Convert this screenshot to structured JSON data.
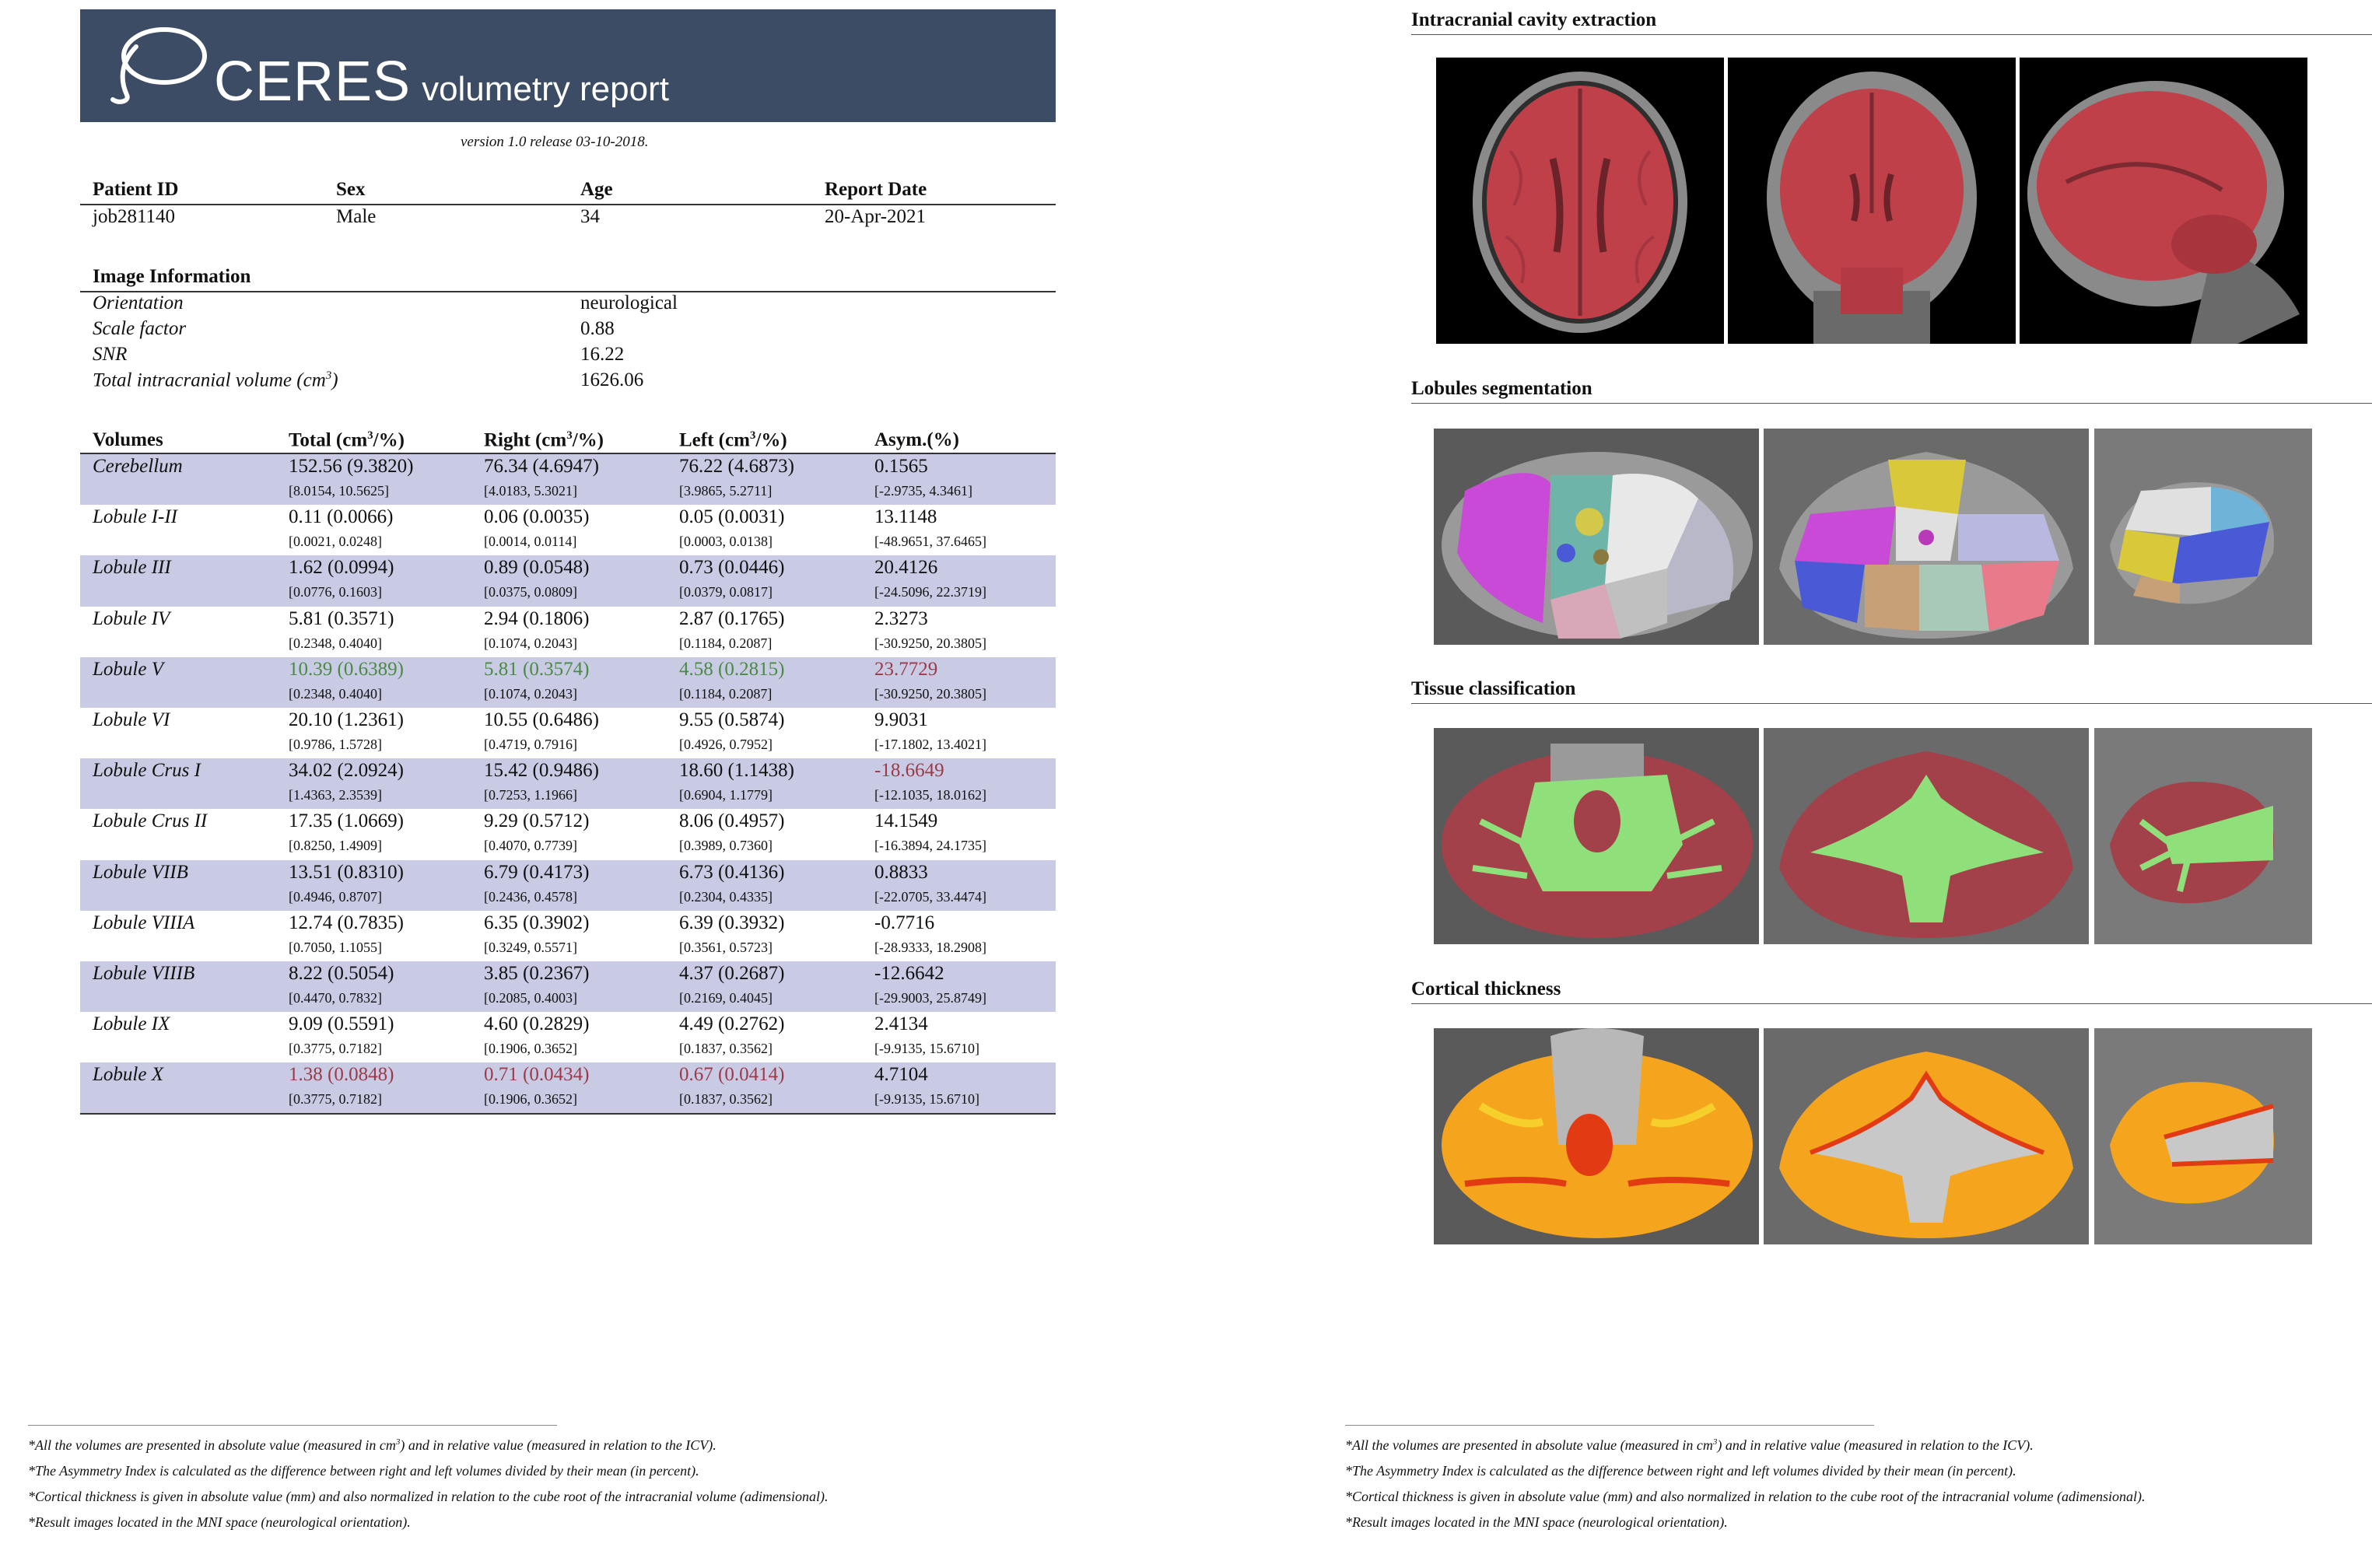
{
  "brand": {
    "name": "CERES",
    "subtitle": "volumetry report",
    "version": "version 1.0 release 03-10-2018."
  },
  "patient": {
    "headers": [
      "Patient ID",
      "Sex",
      "Age",
      "Report Date"
    ],
    "values": [
      "job281140",
      "Male",
      "34",
      "20-Apr-2021"
    ]
  },
  "image_info": {
    "title": "Image Information",
    "rows": [
      {
        "label": "Orientation",
        "value": "neurological"
      },
      {
        "label": "Scale factor",
        "value": "0.88"
      },
      {
        "label": "SNR",
        "value": "16.22"
      },
      {
        "label": "Total intracranial volume (cm",
        "label_sup": "3",
        "label_end": ")",
        "value": "1626.06"
      }
    ]
  },
  "volumes": {
    "header": {
      "name": "Volumes",
      "total": "Total (cm",
      "right": "Right (cm",
      "left": "Left (cm",
      "unit_sup": "3",
      "unit_end": "/%)",
      "asym": "Asym.(%)"
    },
    "rows": [
      {
        "name": "Cerebellum",
        "total": "152.56 (9.3820)",
        "total_rng": "[8.0154, 10.5625]",
        "right": "76.34 (4.6947)",
        "right_rng": "[4.0183, 5.3021]",
        "left": "76.22 (4.6873)",
        "left_rng": "[3.9865, 5.2711]",
        "asym": "0.1565",
        "asym_rng": "[-2.9735, 4.3461]",
        "shade": true
      },
      {
        "name": "Lobule I-II",
        "total": "0.11 (0.0066)",
        "total_rng": "[0.0021, 0.0248]",
        "right": "0.06 (0.0035)",
        "right_rng": "[0.0014, 0.0114]",
        "left": "0.05 (0.0031)",
        "left_rng": "[0.0003, 0.0138]",
        "asym": "13.1148",
        "asym_rng": "[-48.9651, 37.6465]",
        "shade": false
      },
      {
        "name": "Lobule III",
        "total": "1.62 (0.0994)",
        "total_rng": "[0.0776, 0.1603]",
        "right": "0.89 (0.0548)",
        "right_rng": "[0.0375, 0.0809]",
        "left": "0.73 (0.0446)",
        "left_rng": "[0.0379, 0.0817]",
        "asym": "20.4126",
        "asym_rng": "[-24.5096, 22.3719]",
        "shade": true
      },
      {
        "name": "Lobule IV",
        "total": "5.81 (0.3571)",
        "total_rng": "[0.2348, 0.4040]",
        "right": "2.94 (0.1806)",
        "right_rng": "[0.1074, 0.2043]",
        "left": "2.87 (0.1765)",
        "left_rng": "[0.1184, 0.2087]",
        "asym": "2.3273",
        "asym_rng": "[-30.9250, 20.3805]",
        "shade": false
      },
      {
        "name": "Lobule V",
        "total": "10.39 (0.6389)",
        "total_rng": "[0.2348, 0.4040]",
        "right": "5.81 (0.3574)",
        "right_rng": "[0.1074, 0.2043]",
        "left": "4.58 (0.2815)",
        "left_rng": "[0.1184, 0.2087]",
        "asym": "23.7729",
        "asym_rng": "[-30.9250, 20.3805]",
        "shade": true,
        "c_total": "#4a8a44",
        "c_right": "#4a8a44",
        "c_left": "#4a8a44",
        "c_asym": "#9c3a4a"
      },
      {
        "name": "Lobule VI",
        "total": "20.10 (1.2361)",
        "total_rng": "[0.9786, 1.5728]",
        "right": "10.55 (0.6486)",
        "right_rng": "[0.4719, 0.7916]",
        "left": "9.55 (0.5874)",
        "left_rng": "[0.4926, 0.7952]",
        "asym": "9.9031",
        "asym_rng": "[-17.1802, 13.4021]",
        "shade": false
      },
      {
        "name": "Lobule Crus I",
        "total": "34.02 (2.0924)",
        "total_rng": "[1.4363, 2.3539]",
        "right": "15.42 (0.9486)",
        "right_rng": "[0.7253, 1.1966]",
        "left": "18.60 (1.1438)",
        "left_rng": "[0.6904, 1.1779]",
        "asym": "-18.6649",
        "asym_rng": "[-12.1035, 18.0162]",
        "shade": true,
        "c_asym": "#9c3a4a"
      },
      {
        "name": "Lobule Crus II",
        "total": "17.35 (1.0669)",
        "total_rng": "[0.8250, 1.4909]",
        "right": "9.29 (0.5712)",
        "right_rng": "[0.4070, 0.7739]",
        "left": "8.06 (0.4957)",
        "left_rng": "[0.3989, 0.7360]",
        "asym": "14.1549",
        "asym_rng": "[-16.3894, 24.1735]",
        "shade": false
      },
      {
        "name": "Lobule VIIB",
        "total": "13.51 (0.8310)",
        "total_rng": "[0.4946, 0.8707]",
        "right": "6.79 (0.4173)",
        "right_rng": "[0.2436, 0.4578]",
        "left": "6.73 (0.4136)",
        "left_rng": "[0.2304, 0.4335]",
        "asym": "0.8833",
        "asym_rng": "[-22.0705, 33.4474]",
        "shade": true
      },
      {
        "name": "Lobule VIIIA",
        "total": "12.74 (0.7835)",
        "total_rng": "[0.7050, 1.1055]",
        "right": "6.35 (0.3902)",
        "right_rng": "[0.3249, 0.5571]",
        "left": "6.39 (0.3932)",
        "left_rng": "[0.3561, 0.5723]",
        "asym": "-0.7716",
        "asym_rng": "[-28.9333, 18.2908]",
        "shade": false
      },
      {
        "name": "Lobule VIIIB",
        "total": "8.22 (0.5054)",
        "total_rng": "[0.4470, 0.7832]",
        "right": "3.85 (0.2367)",
        "right_rng": "[0.2085, 0.4003]",
        "left": "4.37 (0.2687)",
        "left_rng": "[0.2169, 0.4045]",
        "asym": "-12.6642",
        "asym_rng": "[-29.9003, 25.8749]",
        "shade": true
      },
      {
        "name": "Lobule IX",
        "total": "9.09 (0.5591)",
        "total_rng": "[0.3775, 0.7182]",
        "right": "4.60 (0.2829)",
        "right_rng": "[0.1906, 0.3652]",
        "left": "4.49 (0.2762)",
        "left_rng": "[0.1837, 0.3562]",
        "asym": "2.4134",
        "asym_rng": "[-9.9135, 15.6710]",
        "shade": false
      },
      {
        "name": "Lobule X",
        "total": "1.38 (0.0848)",
        "total_rng": "[0.3775, 0.7182]",
        "right": "0.71 (0.0434)",
        "right_rng": "[0.1906, 0.3652]",
        "left": "0.67 (0.0414)",
        "left_rng": "[0.1837, 0.3562]",
        "asym": "4.7104",
        "asym_rng": "[-9.9135, 15.6710]",
        "shade": true,
        "c_total": "#9c3a4a",
        "c_right": "#9c3a4a",
        "c_left": "#9c3a4a"
      }
    ]
  },
  "sections": {
    "icv": "Intracranial cavity extraction",
    "lobules": "Lobules segmentation",
    "tissue": "Tissue classification",
    "thickness": "Cortical thickness"
  },
  "footnotes": [
    {
      "before": "*All the volumes are presented in absolute value (measured in cm",
      "sup": "3",
      "after": ") and in relative value (measured in relation to the ICV)."
    },
    {
      "before": "*The Asymmetry Index is calculated as the difference between right and left volumes divided by their mean (in percent).",
      "sup": "",
      "after": ""
    },
    {
      "before": "*Cortical thickness is given in absolute value (mm) and also normalized in relation to the cube root of the intracranial volume (adimensional).",
      "sup": "",
      "after": ""
    },
    {
      "before": "*Result images located in the MNI space (neurological orientation).",
      "sup": "",
      "after": ""
    }
  ],
  "colors": {
    "banner": "#3b4c64",
    "row_shade": "#c8cbe3",
    "highlight_green": "#4a8a44",
    "highlight_red": "#9c3a4a",
    "mask_red": "#c0404a",
    "seg_green": "#8fe07a",
    "thick_orange": "#f5a41e"
  }
}
